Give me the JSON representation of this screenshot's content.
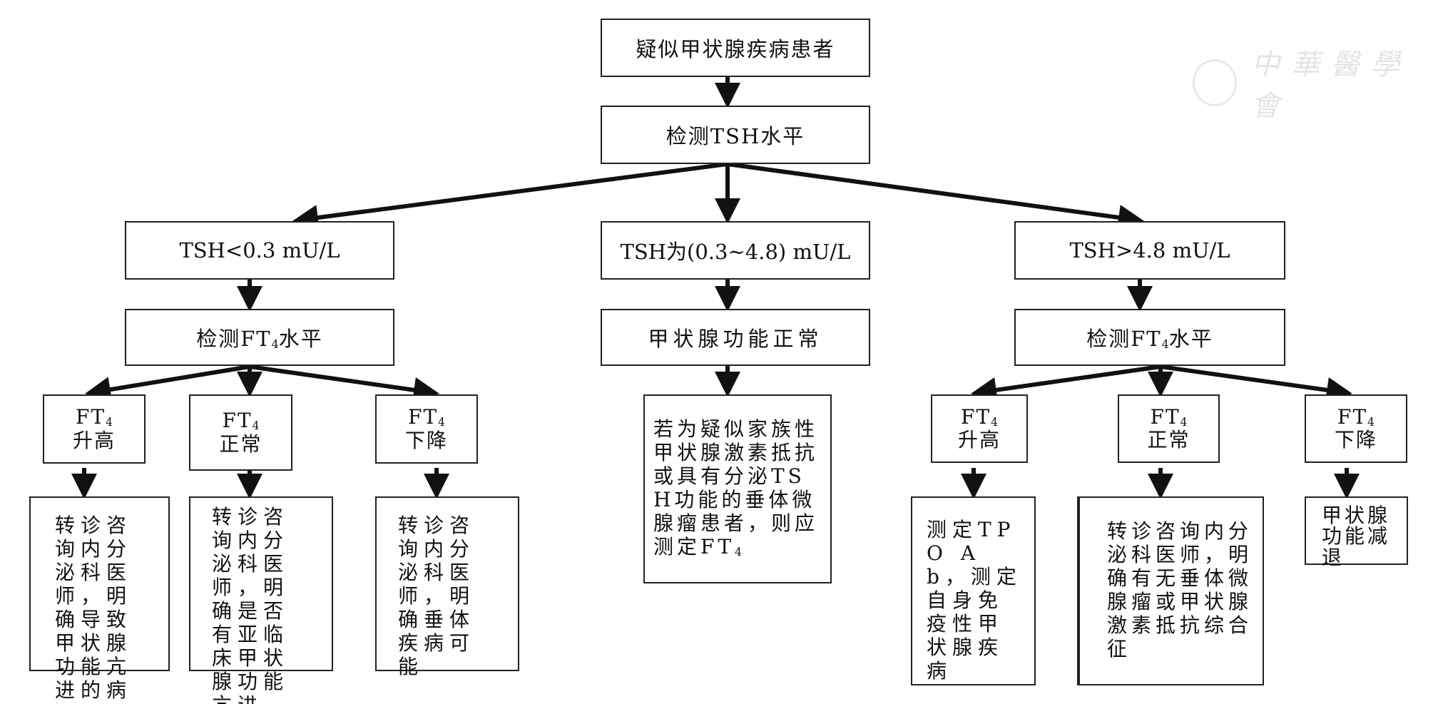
{
  "nodes": {
    "start": "疑似甲状腺疾病患者",
    "test_tsh": "检测TSH水平",
    "tsh_low": "TSH<0.3 mU/L",
    "tsh_normal": "TSH为(0.3~4.8) mU/L",
    "tsh_high": "TSH>4.8 mU/L",
    "left_test_ft4_pre": "检测FT",
    "left_test_ft4_post": "水平",
    "thyroid_normal": "甲状腺功能正常",
    "right_test_ft4_pre": "检测FT",
    "right_test_ft4_post": "水平",
    "ft_prefix": "FT",
    "ft_sub": "4",
    "left_ft4_high": "升高",
    "left_ft4_normal": "正常",
    "left_ft4_low": "下降",
    "right_ft4_high": "升高",
    "right_ft4_normal": "正常",
    "right_ft4_low": "下降",
    "left_high_result": "转诊咨询内分泌科医师，明确导致甲状腺功能亢进的病因",
    "left_normal_result": "转诊咨询内分泌科医师，明确是否有亚临床甲状腺功能亢进",
    "left_low_result": "转诊咨询内分泌科医师，明确垂体疾病可能",
    "center_result_main": "若为疑似家族性甲状腺激素抵抗或具有分泌TSH功能的垂体微腺瘤患者，则应测定FT",
    "right_high_result": "测定TPO Ab，测定自身免疫性甲状腺疾病",
    "right_normal_result": "转诊咨询内分泌科医师，明确有无垂体微腺瘤或甲状腺激素抵抗综合征",
    "right_low_result": "甲状腺功能减退"
  },
  "watermark": {
    "text": "中華醫學會",
    "icon": "society-seal-icon"
  }
}
